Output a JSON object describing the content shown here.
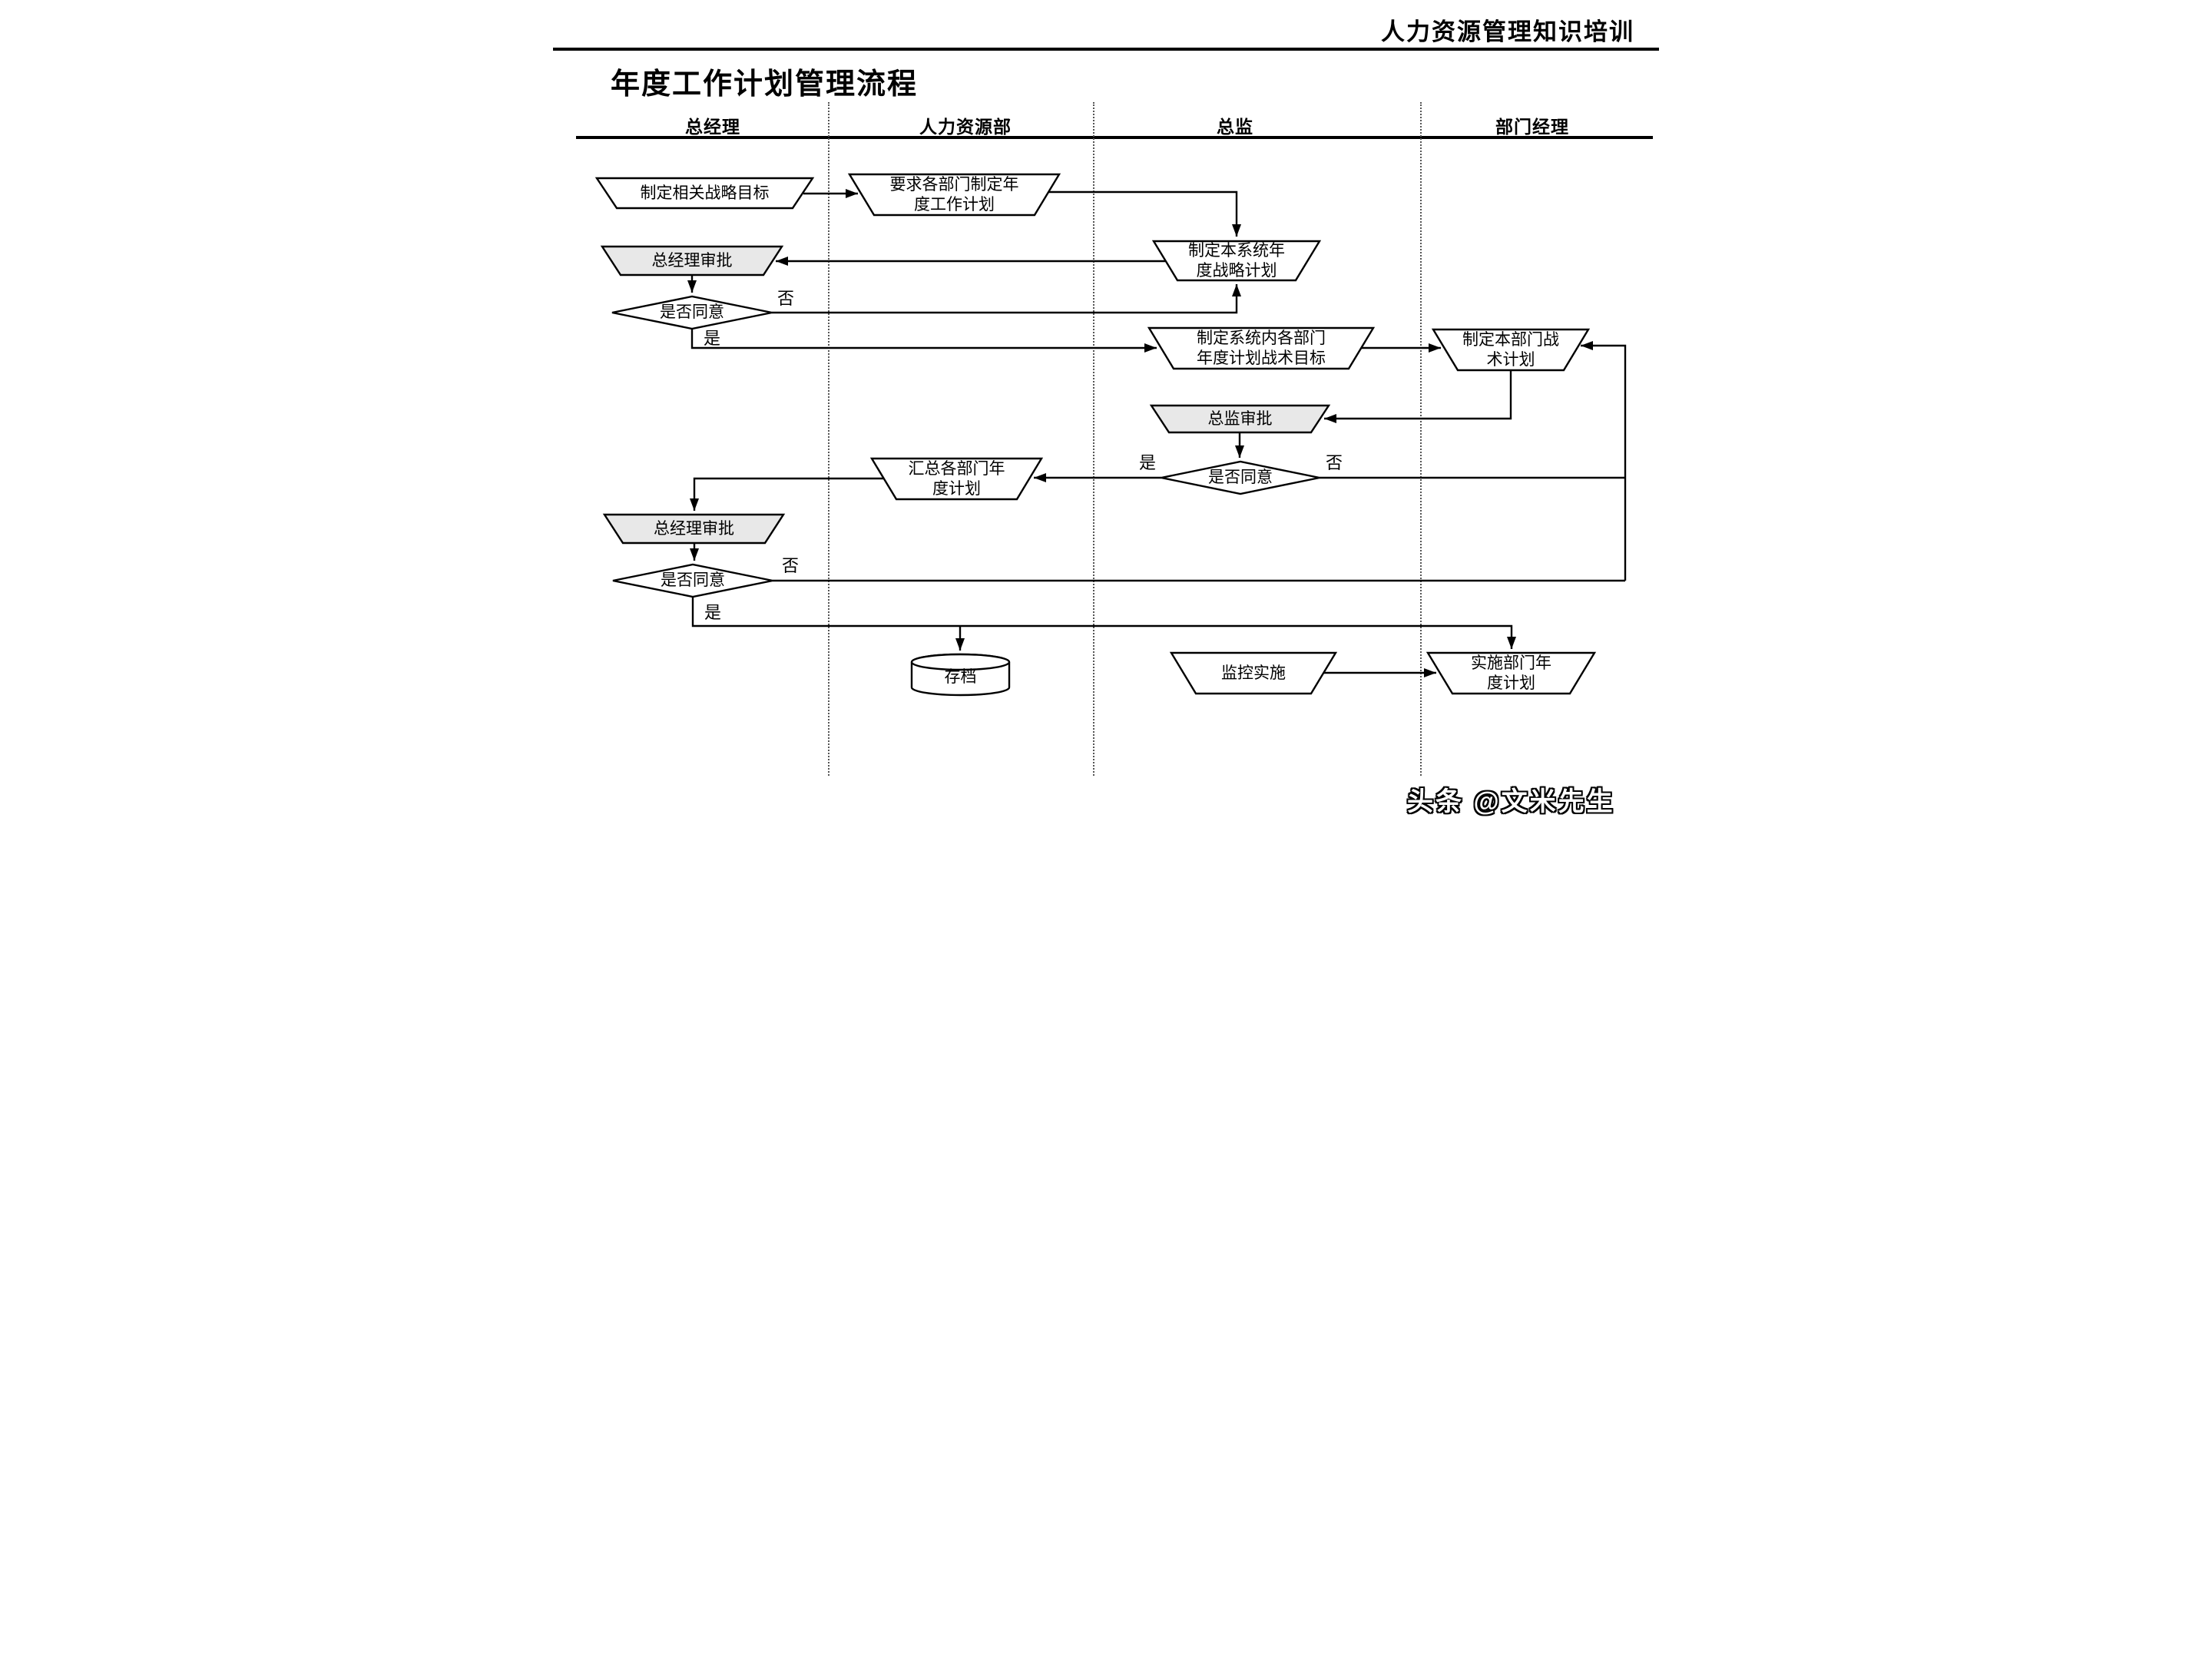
{
  "header": {
    "training_title": "人力资源管理知识培训"
  },
  "page": {
    "title": "年度工作计划管理流程"
  },
  "lanes": [
    {
      "label": "总经理"
    },
    {
      "label": "人力资源部"
    },
    {
      "label": "总监"
    },
    {
      "label": "部门经理"
    }
  ],
  "nodes": {
    "strategic_goals": {
      "l1": "制定相关战略目标"
    },
    "require_dept_plans": {
      "l1": "要求各部门制定年",
      "l2": "度工作计划"
    },
    "system_strategic_plan": {
      "l1": "制定本系统年",
      "l2": "度战略计划"
    },
    "gm_approval_1": {
      "l1": "总经理审批"
    },
    "gm_agree_1": {
      "l1": "是否同意"
    },
    "dept_tactical_goals": {
      "l1": "制定系统内各部门",
      "l2": "年度计划战术目标"
    },
    "own_dept_tactical_plan": {
      "l1": "制定本部门战",
      "l2": "术计划"
    },
    "director_approval": {
      "l1": "总监审批"
    },
    "director_agree": {
      "l1": "是否同意"
    },
    "aggregate_plans": {
      "l1": "汇总各部门年",
      "l2": "度计划"
    },
    "gm_approval_2": {
      "l1": "总经理审批"
    },
    "gm_agree_2": {
      "l1": "是否同意"
    },
    "archive": {
      "l1": "存档"
    },
    "monitor_implementation": {
      "l1": "监控实施"
    },
    "implement_dept_plan": {
      "l1": "实施部门年",
      "l2": "度计划"
    }
  },
  "edge_labels": {
    "yes": "是",
    "no": "否"
  },
  "watermark": {
    "text": "头条 @文米先生"
  },
  "colors": {
    "approval_fill": "#e8e8e8",
    "node_fill": "#ffffff",
    "line": "#000000"
  }
}
